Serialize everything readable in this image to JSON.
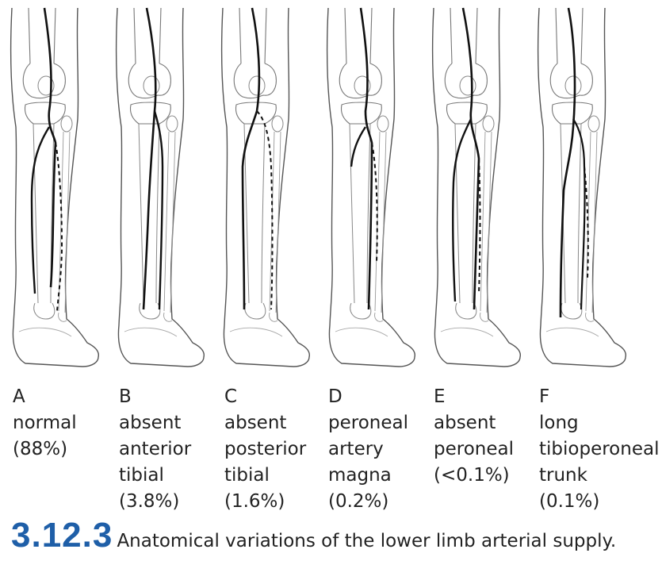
{
  "panels": [
    {
      "letter": "A",
      "lines": [
        "normal",
        "(88%)"
      ]
    },
    {
      "letter": "B",
      "lines": [
        "absent",
        "anterior",
        "tibial",
        "(3.8%)"
      ]
    },
    {
      "letter": "C",
      "lines": [
        "absent",
        "posterior",
        "tibial",
        "(1.6%)"
      ]
    },
    {
      "letter": "D",
      "lines": [
        "peroneal",
        "artery",
        "magna",
        "(0.2%)"
      ]
    },
    {
      "letter": "E",
      "lines": [
        "absent",
        "peroneal",
        "(<0.1%)"
      ]
    },
    {
      "letter": "F",
      "lines": [
        "long",
        "tibioperoneal",
        "trunk",
        "(0.1%)"
      ]
    }
  ],
  "caption": {
    "number": "3.12.3",
    "text": "Anatomical variations of the lower limb arterial supply."
  }
}
